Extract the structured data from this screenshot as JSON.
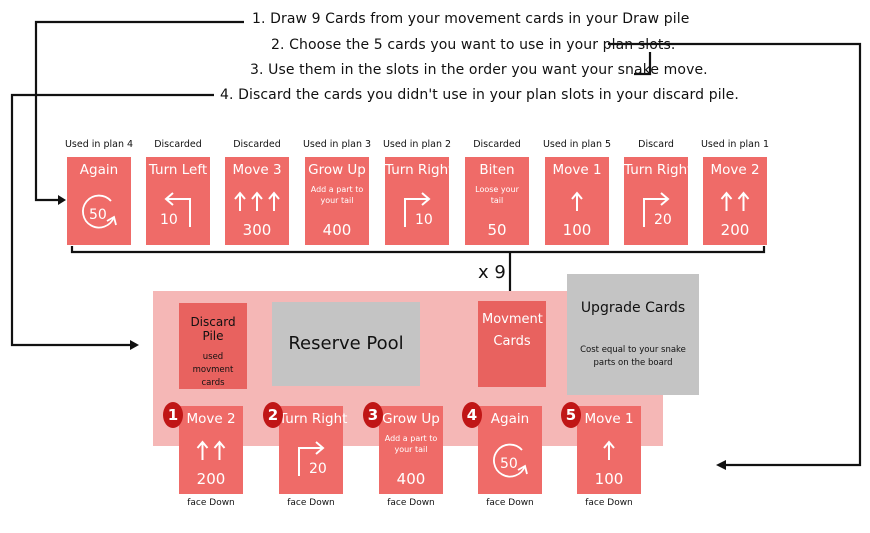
{
  "steps": [
    "1.  Draw 9 Cards from your movement cards in your Draw pile",
    "2.  Choose the 5 cards you want to use in your plan slots.",
    "3.  Use them in the slots in the order you want your snake move.",
    "4.  Discard the cards you didn't use in your plan slots in your discard pile."
  ],
  "draw_row": [
    {
      "label": "Used in plan 4",
      "title": "Again",
      "sub": "",
      "value": "50",
      "icon": "again-icon"
    },
    {
      "label": "Discarded",
      "title": "Turn Left",
      "sub": "",
      "value": "10",
      "icon": "turn-left-icon"
    },
    {
      "label": "Discarded",
      "title": "Move 3",
      "sub": "",
      "value": "300",
      "icon": "arrow-up-icon"
    },
    {
      "label": "Used in plan 3",
      "title": "Grow Up",
      "sub": "Add a part to your tail",
      "value": "400",
      "icon": ""
    },
    {
      "label": "Used in plan 2",
      "title": "Turn Right",
      "sub": "",
      "value": "10",
      "icon": "turn-right-icon"
    },
    {
      "label": "Discarded",
      "title": "Biten",
      "sub": "Loose your tail",
      "value": "50",
      "icon": ""
    },
    {
      "label": "Used in plan 5",
      "title": "Move 1",
      "sub": "",
      "value": "100",
      "icon": "arrow-up-icon"
    },
    {
      "label": "Discard",
      "title": "Turn Right",
      "sub": "",
      "value": "20",
      "icon": "turn-right-icon"
    },
    {
      "label": "Used in plan 1",
      "title": "Move 2",
      "sub": "",
      "value": "200",
      "icon": "arrow-up-icon"
    }
  ],
  "multiplier": "x 9",
  "board": {
    "discard_title": "Discard Pile",
    "discard_sub": "used movment cards",
    "reserve": "Reserve Pool",
    "movement": "Movment Cards",
    "upgrade_title": "Upgrade Cards",
    "upgrade_sub": "Cost equal to your snake parts on the board"
  },
  "plan_slots": [
    {
      "n": "1",
      "title": "Move 2",
      "sub": "",
      "value": "200",
      "caption": "face Down"
    },
    {
      "n": "2",
      "title": "Turn Right",
      "sub": "",
      "value": "20",
      "caption": "face Down"
    },
    {
      "n": "3",
      "title": "Grow Up",
      "sub": "Add a part to your tail",
      "value": "400",
      "caption": "face Down"
    },
    {
      "n": "4",
      "title": "Again",
      "sub": "",
      "value": "50",
      "caption": "face Down"
    },
    {
      "n": "5",
      "title": "Move 1",
      "sub": "",
      "value": "100",
      "caption": "face Down"
    }
  ],
  "colors": {
    "card": "#ef6b68",
    "board": "#f5b7b6",
    "grey": "#c4c4c4",
    "badge": "#c01616"
  }
}
